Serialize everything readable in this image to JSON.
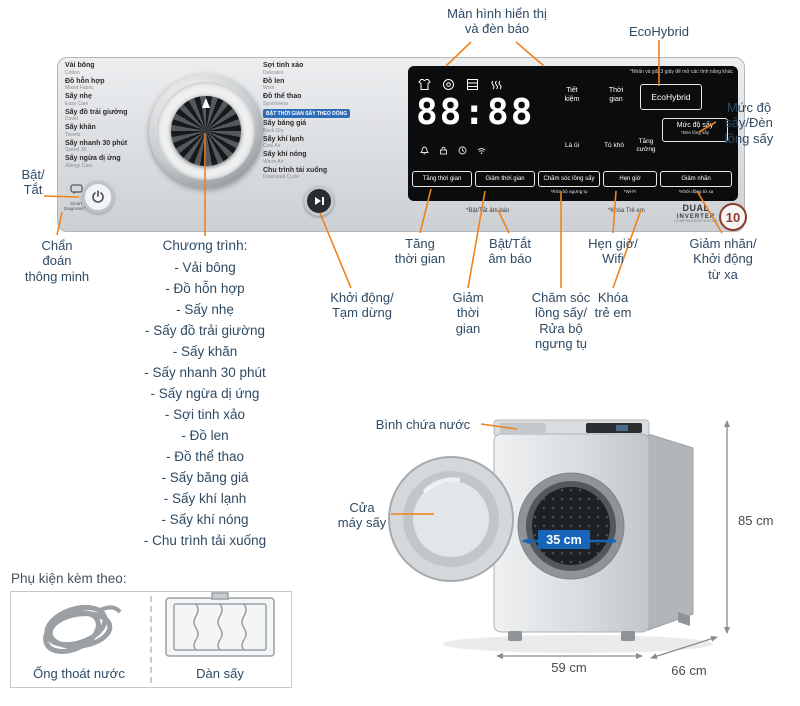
{
  "colors": {
    "accent_line": "#f0821e",
    "annotation_text": "#2f4a63",
    "panel_highlight_blue": "#2f6db8",
    "measure_blue": "#1764b8"
  },
  "annotations": {
    "display": "Màn hình hiển thị\nvà đèn báo",
    "ecohybrid": "EcoHybrid",
    "muc_do_say": "Mức độ\nsấy/Đèn\nlồng sấy",
    "bat_tat": "Bật/\nTắt",
    "chan_doan": "Chẩn\nđoán\nthông minh",
    "khoi_dong": "Khởi động/\nTạm dừng",
    "tang_thoi_gian": "Tăng\nthời gian",
    "giam_thoi_gian": "Giảm\nthời\ngian",
    "bat_tat_am_bao": "Bật/Tắt\nâm báo",
    "cham_soc": "Chăm sóc\nlồng sấy/\nRửa bộ\nngưng tụ",
    "hen_gio": "Hẹn giờ/\nWifi",
    "khoa_tre_em": "Khóa\ntrẻ em",
    "giam_nhan": "Giảm nhăn/\nKhởi động\ntừ xa",
    "binh_chua_nuoc": "Bình chứa nước",
    "cua_may_say": "Cửa\nmáy sấy"
  },
  "program_list": {
    "title": "Chương trình:",
    "items": [
      "- Vải bông",
      "- Đồ hỗn hợp",
      "- Sấy nhẹ",
      "- Sấy đồ trải giường",
      "- Sấy khăn",
      "- Sấy nhanh 30 phút",
      "- Sấy ngừa dị ứng",
      "- Sợi tinh xảo",
      "- Đồ len",
      "- Đồ thể thao",
      "- Sấy băng giá",
      "- Sấy khí lạnh",
      "- Sấy khí nóng",
      "- Chu trình tải xuống"
    ]
  },
  "panel": {
    "dial_left": [
      {
        "vi": "Vải bông",
        "en": "Cotton"
      },
      {
        "vi": "Đồ hỗn hợp",
        "en": "Mixed Fabric"
      },
      {
        "vi": "Sấy nhẹ",
        "en": "Easy Care"
      },
      {
        "vi": "Sấy đồ trải giường",
        "en": "Duvet"
      },
      {
        "vi": "Sấy khăn",
        "en": "Towels"
      },
      {
        "vi": "Sấy nhanh 30 phút",
        "en": "Speed 30"
      },
      {
        "vi": "Sấy ngừa dị ứng",
        "en": "Allergy Care"
      }
    ],
    "dial_right_top": [
      {
        "vi": "Sợi tinh xảo",
        "en": "Delicates"
      },
      {
        "vi": "Đồ len",
        "en": "Wool"
      },
      {
        "vi": "Đồ thể thao",
        "en": "Sportswear"
      }
    ],
    "dial_right_highlight": "BẬT THỜI GIAN SẤY THEO DÒNG",
    "dial_right_bottom": [
      {
        "vi": "Sấy băng giá",
        "en": "Rack Dry"
      },
      {
        "vi": "Sấy khí lạnh",
        "en": "Cool Air"
      },
      {
        "vi": "Sấy khí nóng",
        "en": "Warm Air"
      },
      {
        "vi": "Chu trình tải xuống",
        "en": "Download Cycle"
      }
    ],
    "smart_diagnosis": "Smart\nDiagnosis™",
    "note_sound": "*Bật/Tắt âm báo",
    "note_childlock": "*Khóa Trẻ em",
    "logos": {
      "dual": "DUAL",
      "inverter": "INVERTER",
      "compressor": "COMPRESSOR MOTOR",
      "warranty": "10"
    }
  },
  "display": {
    "note": "*Nhấn và giữ 3 giây để mở các tính năng khác",
    "time": "88:88",
    "tiet_kiem": "Tiết\nkiệm",
    "thoi_gian": "Thời\ngian",
    "ecohybrid": "EcoHybrid",
    "muc_do_say": "Mức độ sấy",
    "den_long_say": "*Đèn lồng sấy",
    "la_ui": "Là ủi",
    "tu_kho": "Tủ khô",
    "tang_cuong": "Tăng\ncường",
    "buttons": [
      {
        "label": "Tăng thời gian",
        "sub": ""
      },
      {
        "label": "Giảm thời gian",
        "sub": ""
      },
      {
        "label": "Chăm sóc lồng sấy",
        "sub": "*Rửa bộ ngưng tụ"
      },
      {
        "label": "Hẹn giờ",
        "sub": "*Wi-Fi"
      },
      {
        "label": "Giảm nhăn",
        "sub": "*Khởi động từ xa"
      }
    ]
  },
  "accessories": {
    "title": "Phụ kiện kèm theo:",
    "hose_label": "Ống thoát nước",
    "rack_label": "Dàn sấy"
  },
  "dimensions": {
    "door": "35 cm",
    "height": "85 cm",
    "width": "59 cm",
    "depth": "66 cm"
  }
}
